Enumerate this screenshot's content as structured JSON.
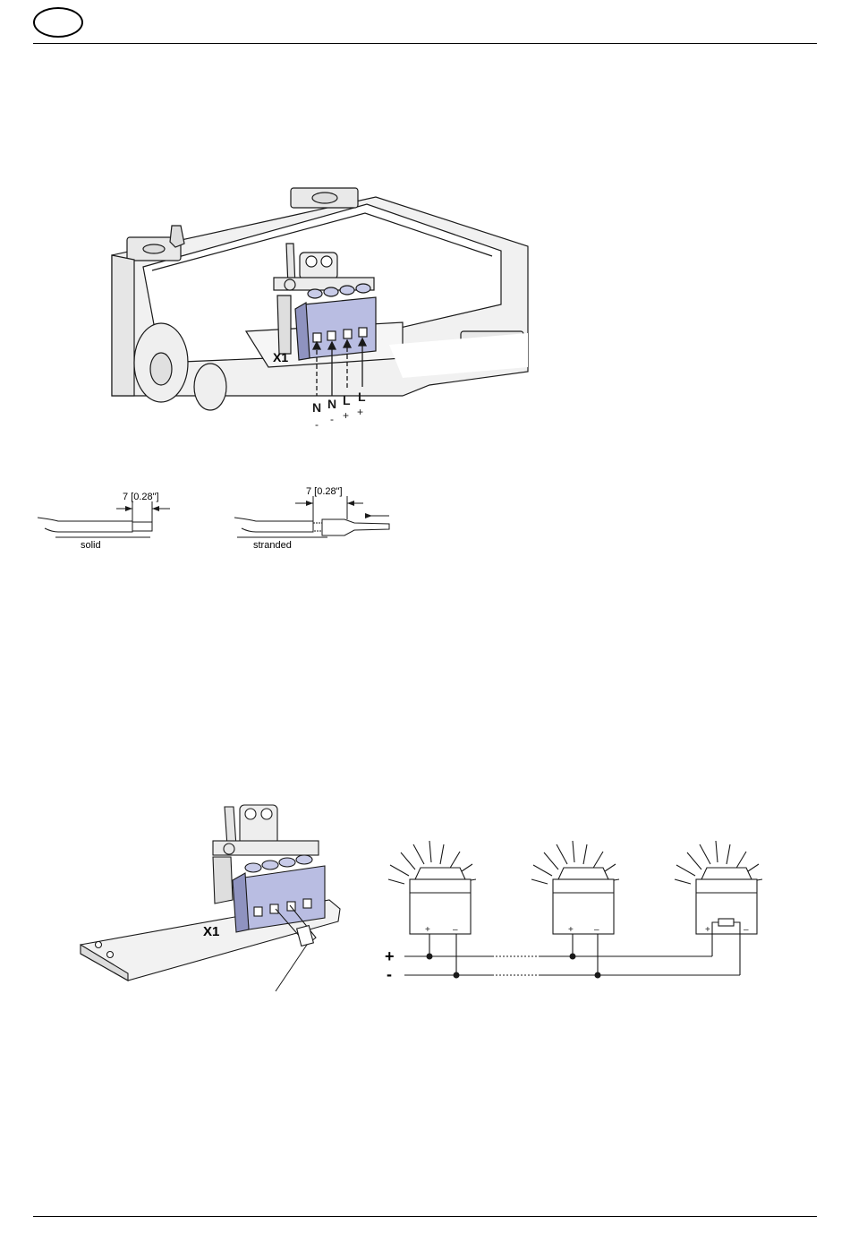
{
  "header": {
    "badge_text": ""
  },
  "figure_enclosure": {
    "terminal_label": "X1",
    "wire_labels": [
      {
        "letter": "N",
        "sign": "-"
      },
      {
        "letter": "N",
        "sign": "-"
      },
      {
        "letter": "L",
        "sign": "+"
      },
      {
        "letter": "L",
        "sign": "+"
      }
    ]
  },
  "figure_wire_strip": {
    "solid_dimension": "7 [0.28\"]",
    "solid_caption": "solid",
    "stranded_dimension": "7 [0.28\"]",
    "stranded_caption": "stranded"
  },
  "figure_termination": {
    "terminal_label": "X1"
  },
  "figure_schematic": {
    "plus_label": "+",
    "minus_label": "-",
    "device_plus": "+",
    "device_minus": "–"
  },
  "colors": {
    "terminal_block": "#b9bde2",
    "terminal_dark": "#8f93c0",
    "housing": "#f1f1f1",
    "line": "#1a1a1a"
  }
}
